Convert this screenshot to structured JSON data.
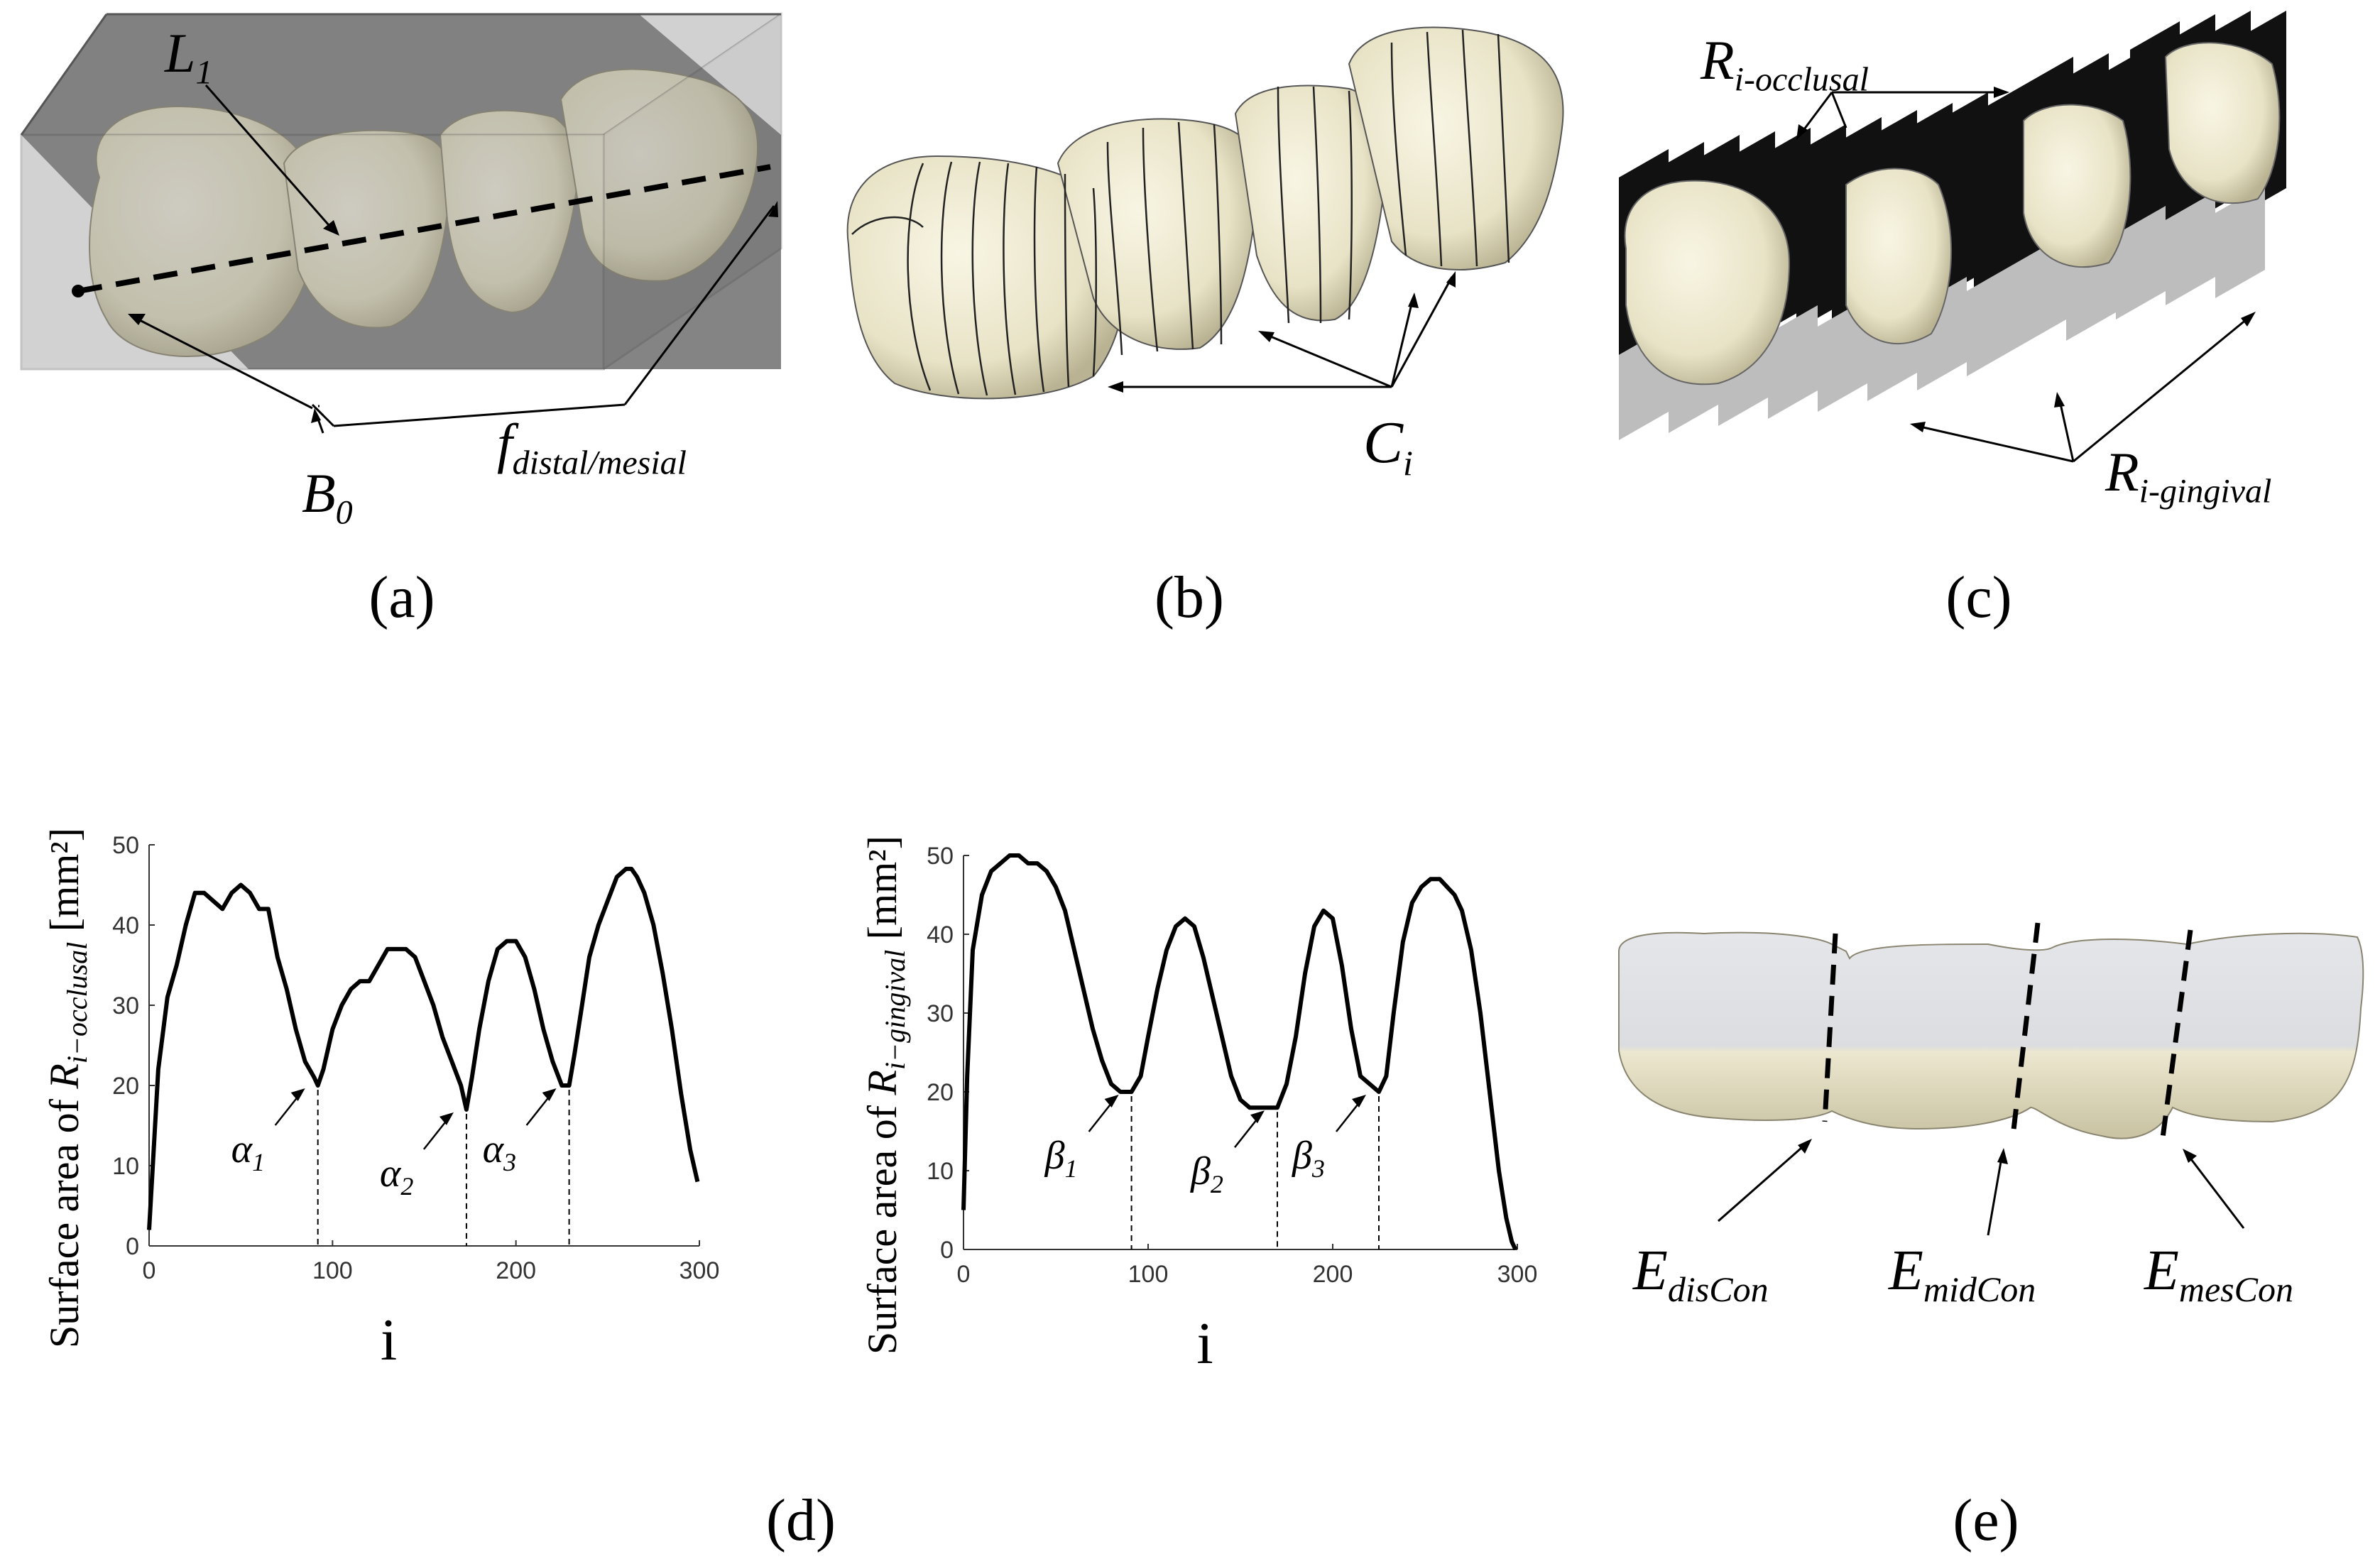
{
  "panels": {
    "a": {
      "label": "(a)",
      "annotations": {
        "line": "L",
        "line_sub": "1",
        "box": "B",
        "box_sub": "0",
        "face": "f",
        "face_sub": "distal/mesial"
      }
    },
    "b": {
      "label": "(b)",
      "annotations": {
        "contour": "C",
        "contour_sub": "i"
      }
    },
    "c": {
      "label": "(c)",
      "annotations": {
        "occ": "R",
        "occ_sub": "i-occlusal",
        "ging": "R",
        "ging_sub": "i-gingival"
      }
    },
    "d": {
      "label": "(d)",
      "minima": [
        {
          "sym": "α",
          "sub": "1"
        },
        {
          "sym": "α",
          "sub": "2"
        },
        {
          "sym": "α",
          "sub": "3"
        }
      ]
    },
    "e": {
      "label": "(e)",
      "annotations": [
        {
          "main": "E",
          "sub": "disCon"
        },
        {
          "main": "E",
          "sub": "midCon"
        },
        {
          "main": "E",
          "sub": "mesCon"
        }
      ]
    },
    "f": {
      "minima": [
        {
          "sym": "β",
          "sub": "1"
        },
        {
          "sym": "β",
          "sub": "2"
        },
        {
          "sym": "β",
          "sub": "3"
        }
      ]
    }
  },
  "chart_data": [
    {
      "type": "line",
      "ylabel_prefix": "Surface area of ",
      "ylabel_var": "R",
      "ylabel_sub": "i−occlusal",
      "ylabel_unit": " [mm²]",
      "xlabel": "i",
      "xlim": [
        0,
        300
      ],
      "ylim": [
        0,
        50
      ],
      "xticks": [
        0,
        100,
        200,
        300
      ],
      "yticks": [
        0,
        10,
        20,
        30,
        40,
        50
      ],
      "minima_x": [
        92,
        173,
        229
      ],
      "series": [
        {
          "x": [
            0,
            2,
            5,
            10,
            15,
            20,
            25,
            30,
            35,
            40,
            45,
            50,
            55,
            60,
            65,
            70,
            75,
            80,
            85,
            90,
            92,
            95,
            100,
            105,
            110,
            115,
            120,
            125,
            130,
            135,
            140,
            145,
            150,
            155,
            160,
            165,
            170,
            173,
            176,
            180,
            185,
            190,
            195,
            200,
            205,
            210,
            215,
            220,
            225,
            229,
            232,
            236,
            240,
            245,
            250,
            255,
            260,
            263,
            266,
            270,
            275,
            280,
            285,
            290,
            295,
            299
          ],
          "y": [
            2,
            10,
            22,
            31,
            35,
            40,
            44,
            44,
            43,
            42,
            44,
            45,
            44,
            42,
            42,
            36,
            32,
            27,
            23,
            21,
            20,
            22,
            27,
            30,
            32,
            33,
            33,
            35,
            37,
            37,
            37,
            36,
            33,
            30,
            26,
            23,
            20,
            17,
            21,
            27,
            33,
            37,
            38,
            38,
            36,
            32,
            27,
            23,
            20,
            20,
            24,
            30,
            36,
            40,
            43,
            46,
            47,
            47,
            46,
            44,
            40,
            34,
            27,
            19,
            12,
            8
          ]
        }
      ]
    },
    {
      "type": "line",
      "ylabel_prefix": "Surface area of ",
      "ylabel_var": "R",
      "ylabel_sub": "i−gingival",
      "ylabel_unit": " [mm²]",
      "xlabel": "i",
      "xlim": [
        0,
        300
      ],
      "ylim": [
        0,
        50
      ],
      "xticks": [
        0,
        100,
        200,
        300
      ],
      "yticks": [
        0,
        10,
        20,
        30,
        40,
        50
      ],
      "minima_x": [
        91,
        170,
        225
      ],
      "series": [
        {
          "x": [
            0,
            2,
            5,
            10,
            15,
            20,
            25,
            30,
            35,
            40,
            45,
            50,
            55,
            60,
            65,
            70,
            75,
            80,
            85,
            91,
            96,
            100,
            105,
            110,
            115,
            120,
            125,
            130,
            135,
            140,
            145,
            150,
            155,
            160,
            165,
            170,
            175,
            180,
            185,
            190,
            195,
            200,
            205,
            210,
            215,
            220,
            225,
            229,
            233,
            238,
            243,
            248,
            253,
            258,
            262,
            266,
            270,
            275,
            280,
            285,
            290,
            294,
            297,
            299
          ],
          "y": [
            5,
            22,
            38,
            45,
            48,
            49,
            50,
            50,
            49,
            49,
            48,
            46,
            43,
            38,
            33,
            28,
            24,
            21,
            20,
            20,
            22,
            27,
            33,
            38,
            41,
            42,
            41,
            37,
            32,
            27,
            22,
            19,
            18,
            18,
            18,
            18,
            21,
            27,
            35,
            41,
            43,
            42,
            36,
            28,
            22,
            21,
            20,
            22,
            30,
            39,
            44,
            46,
            47,
            47,
            46,
            45,
            43,
            38,
            30,
            20,
            10,
            4,
            1,
            0
          ]
        }
      ]
    }
  ],
  "colors": {
    "tooth_fill": "#ede9cf",
    "tooth_shade": "#c9c4a4",
    "box_fill": "#6e6e6e",
    "line": "#000000"
  }
}
